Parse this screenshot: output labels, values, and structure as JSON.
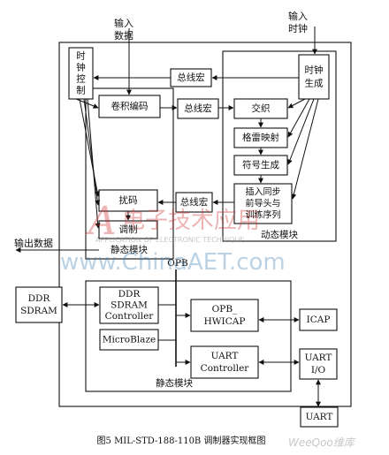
{
  "inputs": {
    "data_in": "输入\n数据",
    "clock_in": "输入\n时钟",
    "data_out": "输出数据"
  },
  "blocks": {
    "clock_control": "时\n钟\n控\n制",
    "bus_macro_top": "总线宏",
    "clock_gen": "时钟\n生成",
    "conv_encoder": "卷积编码",
    "bus_macro_mid": "总线宏",
    "interleave": "交织",
    "gray_map": "格雷映射",
    "symbol_gen": "符号生成",
    "insert_sync": "插入同步\n前导头与\n训练序列",
    "scramble": "扰码",
    "bus_macro_low": "总线宏",
    "modulate": "调制",
    "ddr_sdram": "DDR\nSDRAM",
    "ddr_controller": "DDR\nSDRAM\nController",
    "microblaze": "MicroBlaze",
    "opb_hwicap": "OPB_\nHWICAP",
    "icap": "ICAP",
    "uart_controller": "UART\nController",
    "uart_io": "UART\nI/O",
    "uart": "UART"
  },
  "regions": {
    "dynamic_module": "动态模块",
    "static_module_top": "静态模块",
    "static_module_bottom": "静态模块",
    "opb_bus": "OPB"
  },
  "caption": "图5  MIL-STD-188-110B 调制器实现框图",
  "watermarks": {
    "logo_cn": "电子技术应用",
    "logo_en": "APPLICATION OF ELECTRONIC TECHNIQUE",
    "site": "www.ChinaAET.com",
    "corner": "WeeQoo维库"
  }
}
